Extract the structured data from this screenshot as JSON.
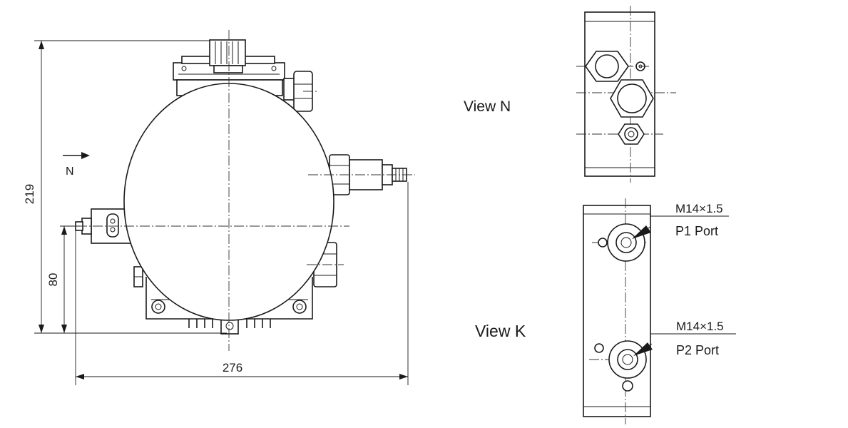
{
  "dimensions": {
    "height_overall": "219",
    "height_inlet": "80",
    "width_overall": "276"
  },
  "view_arrow": {
    "label": "N"
  },
  "views": {
    "n_title": "View N",
    "k_title": "View K"
  },
  "ports": [
    {
      "thread": "M14×1.5",
      "name": "P1 Port"
    },
    {
      "thread": "M14×1.5",
      "name": "P2 Port"
    }
  ]
}
